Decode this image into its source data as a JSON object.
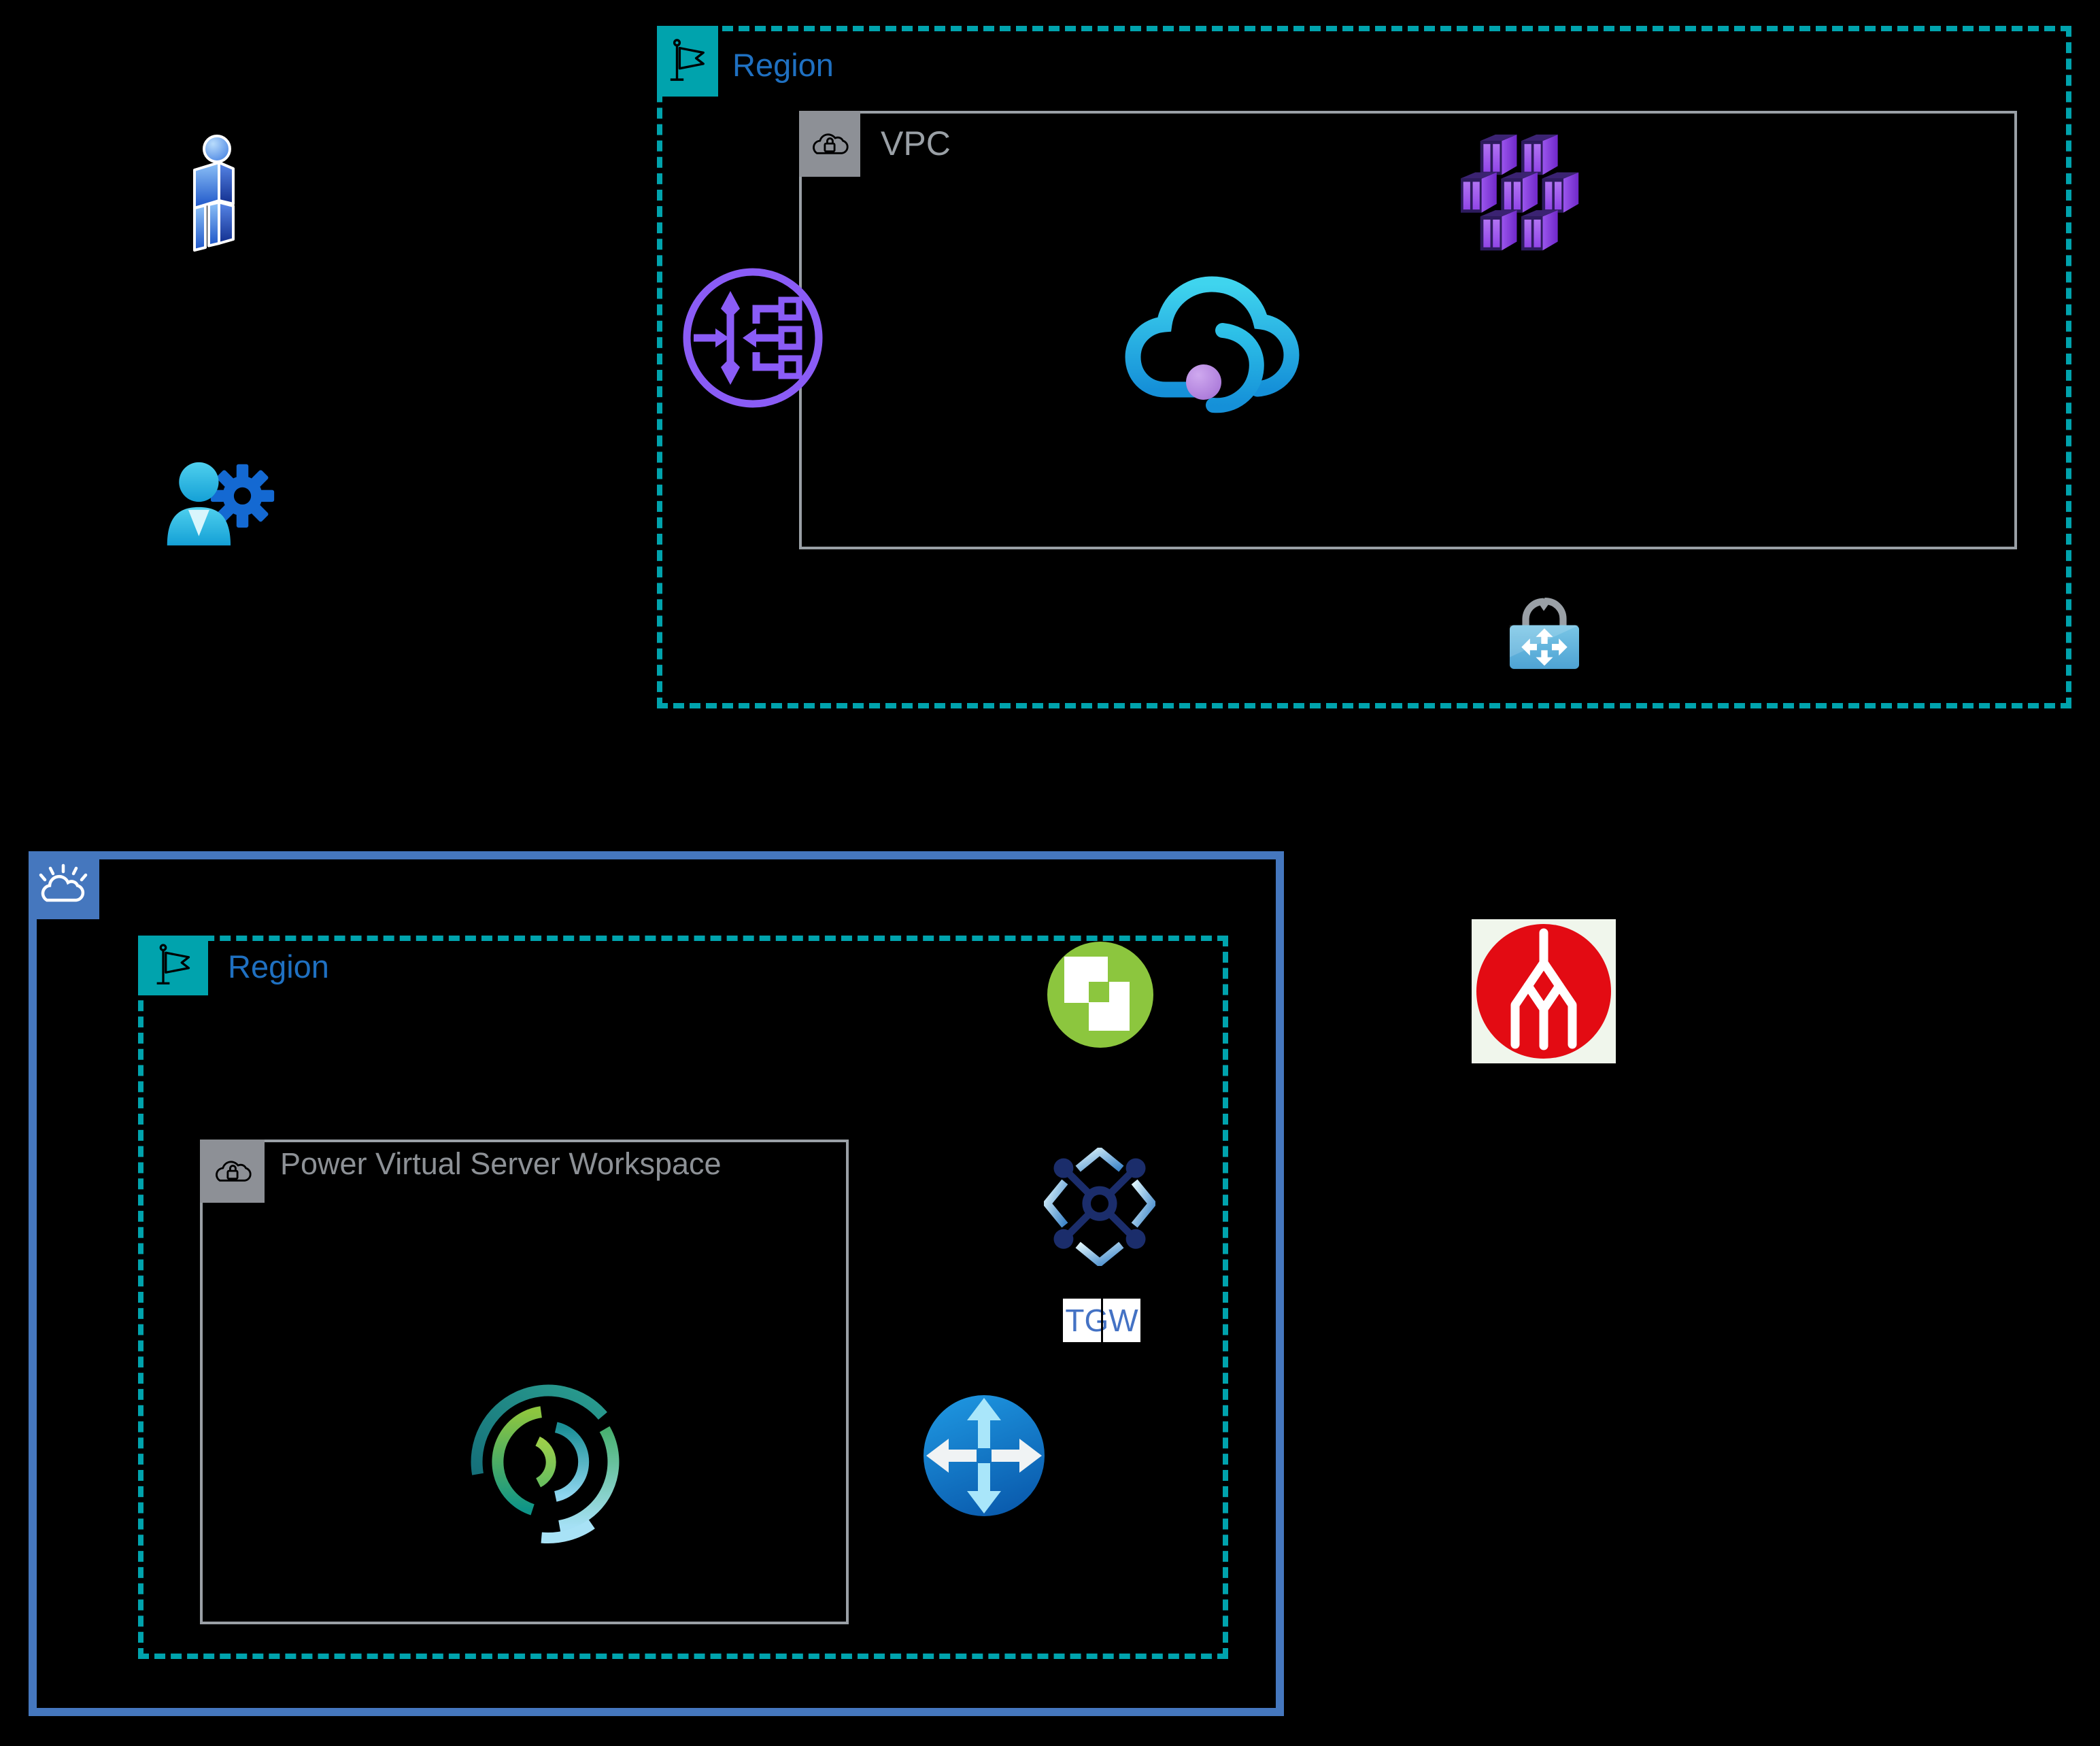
{
  "diagram_type": "cloud-architecture",
  "colors": {
    "background": "#000000",
    "region_dash_teal": "#00a3ad",
    "region_label_blue": "#1f70c1",
    "box_gray": "#9aa0a6",
    "ibm_cloud_blue": "#4577be",
    "tgw_navy": "#1b2d6b",
    "tgw_label_blue": "#4472c4",
    "router_blue": "#1173c2",
    "vmware_green": "#8cc63e",
    "megaport_red": "#e30b13",
    "load_balancer_purple": "#8a5cf6",
    "container_purple": "#9146e8"
  },
  "actors": {
    "user_icon": "person-3d-icon",
    "operator_icon": "person-gear-icon"
  },
  "top_region": {
    "label": "Region",
    "badge_icon": "flag-icon",
    "vpn_gateway_icon": "vpn-lock-icon",
    "vpc": {
      "label": "VPC",
      "badge_icon": "cloud-lock-icon",
      "icons": [
        "load-balancer-icon",
        "cloud-service-icon",
        "container-cluster-icon"
      ]
    }
  },
  "cloud_box": {
    "badge_icon": "ibm-cloud-icon",
    "region_label": "Region",
    "region_badge_icon": "flag-icon",
    "vmware_icon": "vmware-circle-icon",
    "transit_gateway_icon": "transit-gateway-icon",
    "tgw_label": "TGW",
    "router_icon": "router-icon",
    "workspace_label": "Power Virtual Server Workspace",
    "workspace_badge_icon": "cloud-lock-icon",
    "workspace_icon": "powervs-icon"
  },
  "external": {
    "megaport_icon": "megaport-logo-icon"
  }
}
